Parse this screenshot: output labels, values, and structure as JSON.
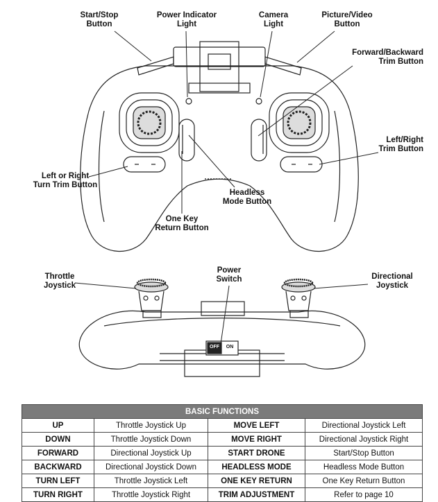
{
  "top_labels": {
    "start_stop": "Start/Stop\nButton",
    "power_indicator": "Power Indicator\nLight",
    "camera_light": "Camera\nLight",
    "picture_video": "Picture/Video\nButton",
    "forward_backward_trim": "Forward/Backward\nTrim Button",
    "left_right_trim": "Left/Right\nTrim Button",
    "turn_trim": "Left or Right\nTurn Trim Button",
    "headless": "Headless\nMode Button",
    "one_key_return": "One Key\nReturn Button"
  },
  "side_labels": {
    "throttle": "Throttle\nJoystick",
    "power_switch": "Power\nSwitch",
    "directional": "Directional\nJoystick",
    "switch_off": "OFF",
    "switch_on": "ON"
  },
  "table": {
    "title": "BASIC FUNCTIONS",
    "rows": [
      [
        "UP",
        "Throttle Joystick Up",
        "MOVE LEFT",
        "Directional Joystick Left"
      ],
      [
        "DOWN",
        "Throttle Joystick Down",
        "MOVE RIGHT",
        "Directional Joystick Right"
      ],
      [
        "FORWARD",
        "Directional Joystick Up",
        "START DRONE",
        "Start/Stop Button"
      ],
      [
        "BACKWARD",
        "Directional Joystick Down",
        "HEADLESS MODE",
        "Headless Mode Button"
      ],
      [
        "TURN LEFT",
        "Throttle Joystick Left",
        "ONE KEY RETURN",
        "One Key Return Button"
      ],
      [
        "TURN RIGHT",
        "Throttle Joystick Right",
        "TRIM ADJUSTMENT",
        "Refer to page 10"
      ]
    ]
  }
}
